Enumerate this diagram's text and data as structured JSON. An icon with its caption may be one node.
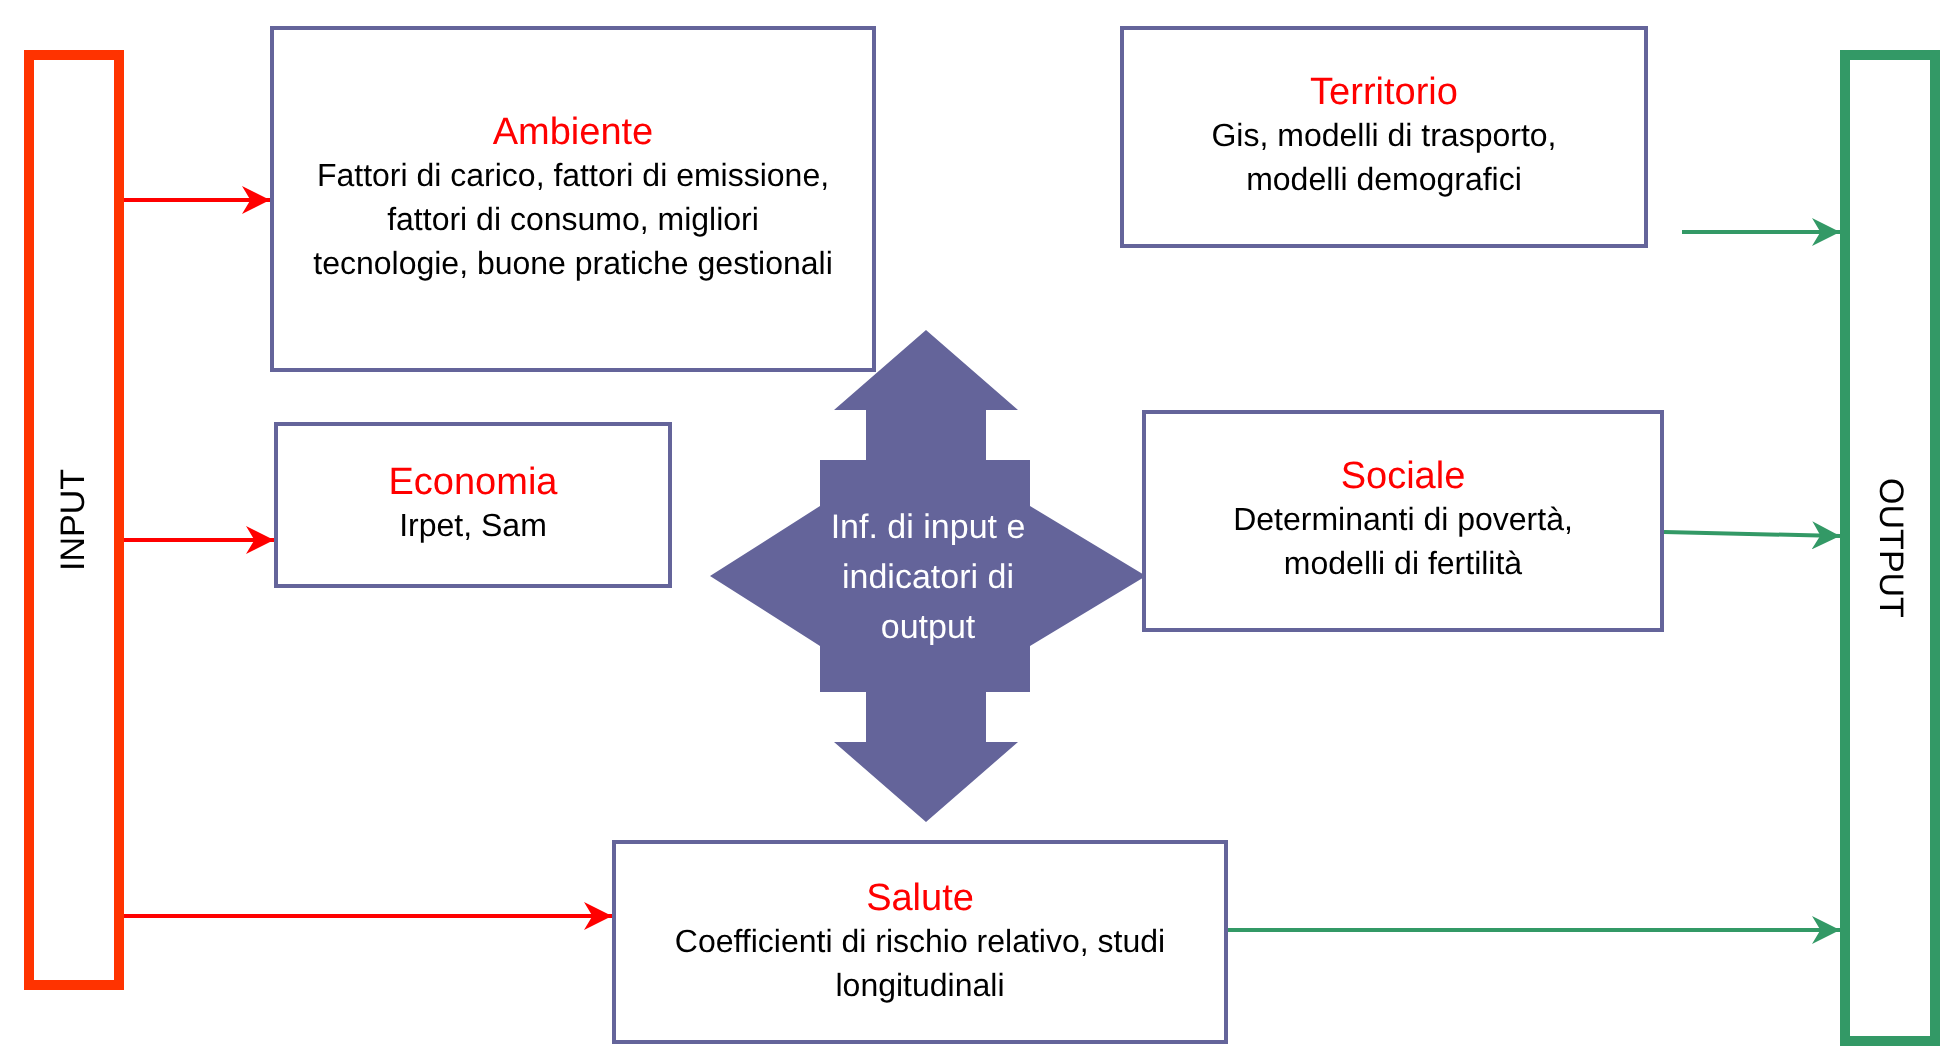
{
  "diagram": {
    "nodes": [
      {
        "text": [
          "INPUT"
        ]
      },
      {
        "text": [
          "Ambiente",
          "Fattori di carico, fattori di emissione, fattori di consumo, migliori tecnologie, buone pratiche gestionali"
        ]
      },
      {
        "text": [
          "Territorio",
          "Gis, modelli di trasporto, modelli demografici"
        ]
      },
      {
        "text": [
          "Economia",
          "Irpet, Sam"
        ]
      },
      {
        "text": [
          "Inf. di input e indicatori di output"
        ]
      },
      {
        "text": [
          "Sociale",
          "Determinanti di povertà, modelli di fertilità"
        ]
      },
      {
        "text": [
          "Salute",
          "Coefficienti di rischio relativo, studi longitudinali"
        ]
      },
      {
        "text": [
          "OUTPUT"
        ]
      }
    ],
    "edges": [
      {
        "from": 0,
        "to": 1,
        "arrow": "to",
        "color": "#ff0000"
      },
      {
        "from": 0,
        "to": 3,
        "arrow": "to",
        "color": "#ff0000"
      },
      {
        "from": 0,
        "to": 6,
        "arrow": "to",
        "color": "#ff0000"
      },
      {
        "from": 2,
        "to": 7,
        "arrow": "to",
        "color": "#339966"
      },
      {
        "from": 5,
        "to": 7,
        "arrow": "to",
        "color": "#339966"
      },
      {
        "from": 6,
        "to": 7,
        "arrow": "to",
        "color": "#339966"
      }
    ]
  }
}
